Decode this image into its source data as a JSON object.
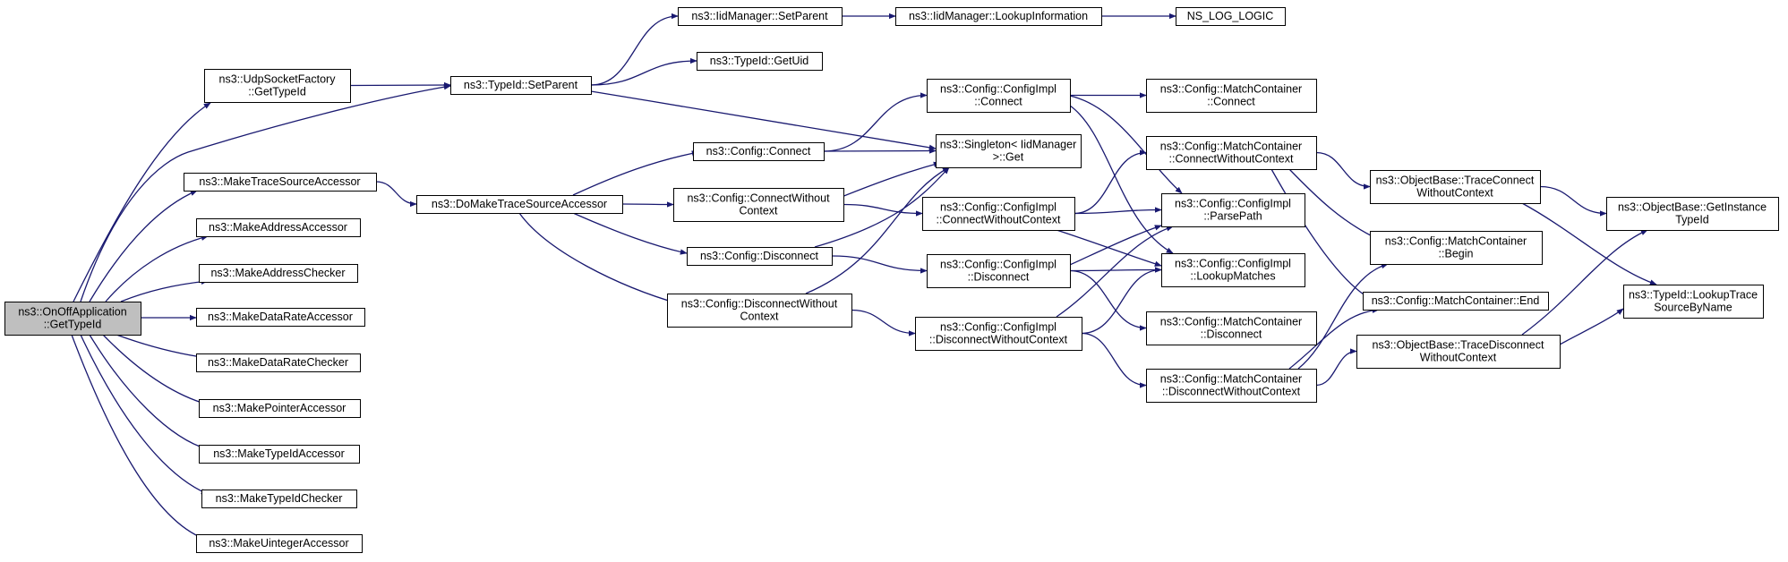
{
  "colors": {
    "edge": "#191970",
    "root_fill": "#bfbfbf",
    "node_fill": "#ffffff",
    "border": "#000000"
  },
  "nodes": [
    {
      "id": "n0",
      "lines": [
        "ns3::OnOffApplication",
        "::GetTypeId"
      ],
      "root": true
    },
    {
      "id": "n1",
      "lines": [
        "ns3::UdpSocketFactory",
        "::GetTypeId"
      ]
    },
    {
      "id": "n2",
      "lines": [
        "ns3::TypeId::SetParent"
      ]
    },
    {
      "id": "n3",
      "lines": [
        "ns3::IidManager::SetParent"
      ]
    },
    {
      "id": "n4",
      "lines": [
        "ns3::IidManager::LookupInformation"
      ]
    },
    {
      "id": "n5",
      "lines": [
        "NS_LOG_LOGIC"
      ]
    },
    {
      "id": "n6",
      "lines": [
        "ns3::TypeId::GetUid"
      ]
    },
    {
      "id": "n7",
      "lines": [
        "ns3::Singleton< IidManager",
        " >::Get"
      ]
    },
    {
      "id": "n8",
      "lines": [
        "ns3::MakeTraceSourceAccessor"
      ]
    },
    {
      "id": "n9",
      "lines": [
        "ns3::DoMakeTraceSourceAccessor"
      ]
    },
    {
      "id": "n10",
      "lines": [
        "ns3::Config::Connect"
      ]
    },
    {
      "id": "n11",
      "lines": [
        "ns3::Config::ConfigImpl",
        "::Connect"
      ]
    },
    {
      "id": "n12",
      "lines": [
        "ns3::Config::MatchContainer",
        "::Connect"
      ]
    },
    {
      "id": "n13",
      "lines": [
        "ns3::Config::ConfigImpl",
        "::ParsePath"
      ]
    },
    {
      "id": "n14",
      "lines": [
        "ns3::Config::ConfigImpl",
        "::LookupMatches"
      ]
    },
    {
      "id": "n15",
      "lines": [
        "ns3::Config::ConnectWithout",
        "Context"
      ]
    },
    {
      "id": "n16",
      "lines": [
        "ns3::Config::ConfigImpl",
        "::ConnectWithoutContext"
      ]
    },
    {
      "id": "n17",
      "lines": [
        "ns3::Config::MatchContainer",
        "::ConnectWithoutContext"
      ]
    },
    {
      "id": "n18",
      "lines": [
        "ns3::ObjectBase::TraceConnect",
        "WithoutContext"
      ]
    },
    {
      "id": "n19",
      "lines": [
        "ns3::ObjectBase::GetInstance",
        "TypeId"
      ]
    },
    {
      "id": "n20",
      "lines": [
        "ns3::TypeId::LookupTrace",
        "SourceByName"
      ]
    },
    {
      "id": "n21",
      "lines": [
        "ns3::Config::MatchContainer",
        "::Begin"
      ]
    },
    {
      "id": "n22",
      "lines": [
        "ns3::Config::MatchContainer::End"
      ]
    },
    {
      "id": "n23",
      "lines": [
        "ns3::Config::Disconnect"
      ]
    },
    {
      "id": "n24",
      "lines": [
        "ns3::Config::ConfigImpl",
        "::Disconnect"
      ]
    },
    {
      "id": "n25",
      "lines": [
        "ns3::Config::MatchContainer",
        "::Disconnect"
      ]
    },
    {
      "id": "n26",
      "lines": [
        "ns3::Config::DisconnectWithout",
        "Context"
      ]
    },
    {
      "id": "n27",
      "lines": [
        "ns3::Config::ConfigImpl",
        "::DisconnectWithoutContext"
      ]
    },
    {
      "id": "n28",
      "lines": [
        "ns3::Config::MatchContainer",
        "::DisconnectWithoutContext"
      ]
    },
    {
      "id": "n29",
      "lines": [
        "ns3::ObjectBase::TraceDisconnect",
        "WithoutContext"
      ]
    },
    {
      "id": "n30",
      "lines": [
        "ns3::MakeAddressAccessor"
      ]
    },
    {
      "id": "n31",
      "lines": [
        "ns3::MakeAddressChecker"
      ]
    },
    {
      "id": "n32",
      "lines": [
        "ns3::MakeDataRateAccessor"
      ]
    },
    {
      "id": "n33",
      "lines": [
        "ns3::MakeDataRateChecker"
      ]
    },
    {
      "id": "n34",
      "lines": [
        "ns3::MakePointerAccessor"
      ]
    },
    {
      "id": "n35",
      "lines": [
        "ns3::MakeTypeIdAccessor"
      ]
    },
    {
      "id": "n36",
      "lines": [
        "ns3::MakeTypeIdChecker"
      ]
    },
    {
      "id": "n37",
      "lines": [
        "ns3::MakeUintegerAccessor"
      ]
    }
  ],
  "edges": [
    [
      "n0",
      "n1"
    ],
    [
      "n0",
      "n2"
    ],
    [
      "n0",
      "n8"
    ],
    [
      "n0",
      "n30"
    ],
    [
      "n0",
      "n31"
    ],
    [
      "n0",
      "n32"
    ],
    [
      "n0",
      "n33"
    ],
    [
      "n0",
      "n34"
    ],
    [
      "n0",
      "n35"
    ],
    [
      "n0",
      "n36"
    ],
    [
      "n0",
      "n37"
    ],
    [
      "n1",
      "n2"
    ],
    [
      "n2",
      "n3"
    ],
    [
      "n2",
      "n6"
    ],
    [
      "n2",
      "n7"
    ],
    [
      "n3",
      "n4"
    ],
    [
      "n4",
      "n5"
    ],
    [
      "n8",
      "n9"
    ],
    [
      "n9",
      "n10"
    ],
    [
      "n9",
      "n15"
    ],
    [
      "n9",
      "n23"
    ],
    [
      "n9",
      "n26"
    ],
    [
      "n10",
      "n11"
    ],
    [
      "n10",
      "n7"
    ],
    [
      "n11",
      "n12"
    ],
    [
      "n11",
      "n13"
    ],
    [
      "n11",
      "n14"
    ],
    [
      "n15",
      "n7"
    ],
    [
      "n15",
      "n16"
    ],
    [
      "n16",
      "n17"
    ],
    [
      "n16",
      "n13"
    ],
    [
      "n16",
      "n14"
    ],
    [
      "n17",
      "n18"
    ],
    [
      "n17",
      "n21"
    ],
    [
      "n17",
      "n22"
    ],
    [
      "n18",
      "n19"
    ],
    [
      "n18",
      "n20"
    ],
    [
      "n23",
      "n7"
    ],
    [
      "n23",
      "n24"
    ],
    [
      "n24",
      "n13"
    ],
    [
      "n24",
      "n14"
    ],
    [
      "n24",
      "n25"
    ],
    [
      "n26",
      "n7"
    ],
    [
      "n26",
      "n27"
    ],
    [
      "n27",
      "n13"
    ],
    [
      "n27",
      "n14"
    ],
    [
      "n27",
      "n28"
    ],
    [
      "n28",
      "n21"
    ],
    [
      "n28",
      "n22"
    ],
    [
      "n28",
      "n29"
    ],
    [
      "n29",
      "n19"
    ],
    [
      "n29",
      "n20"
    ]
  ]
}
